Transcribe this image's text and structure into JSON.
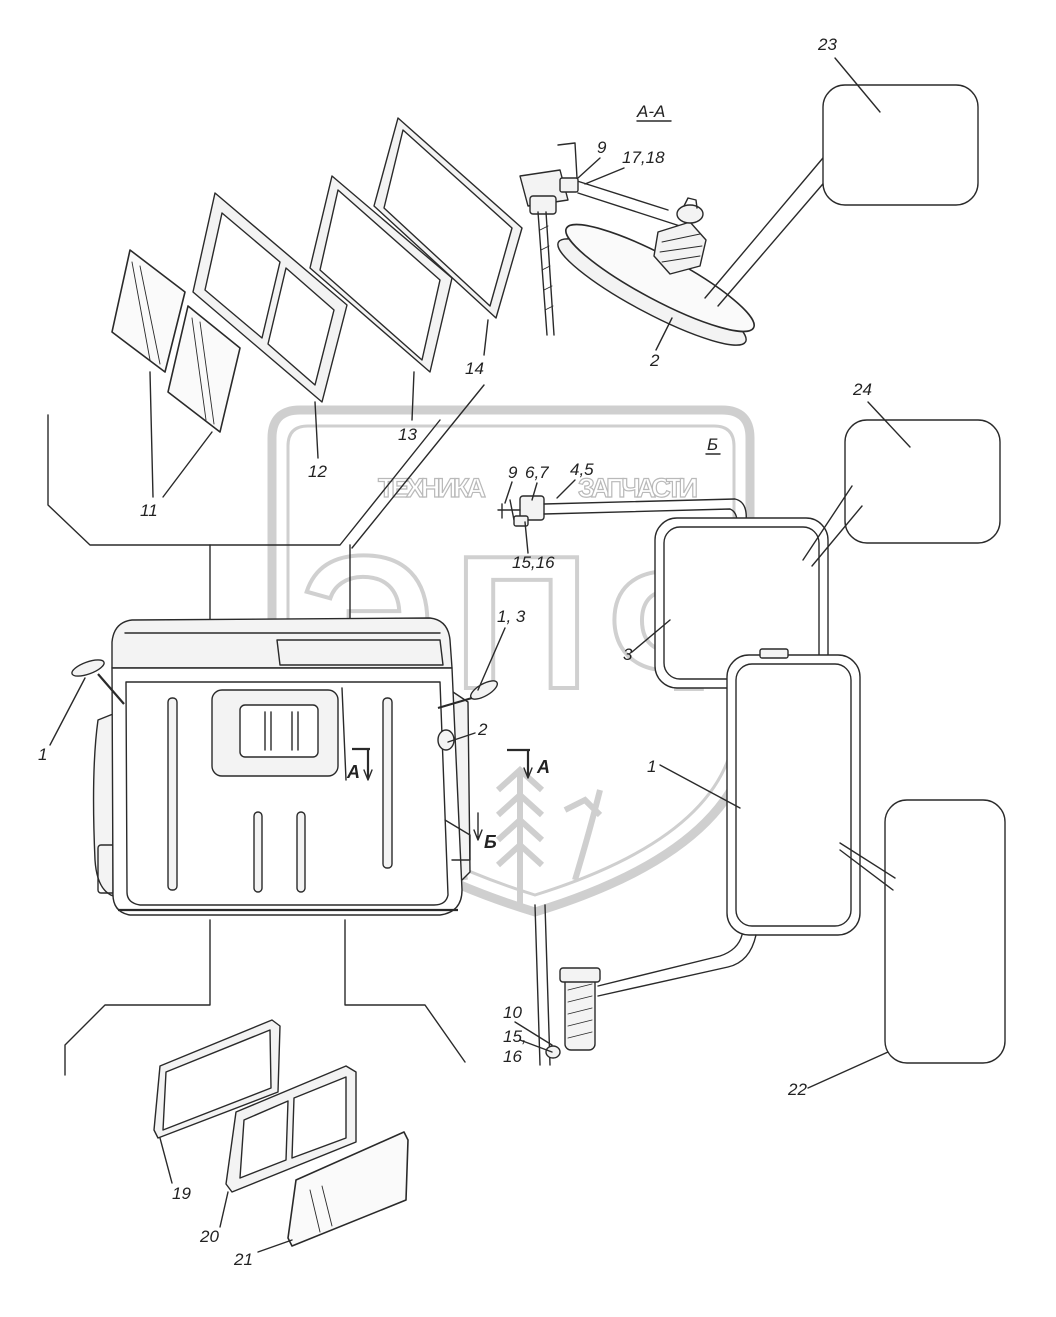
{
  "colors": {
    "ink": "#2a2a2a",
    "watermark": "#cfcfcf"
  },
  "watermark": {
    "left": "ТЕХНИКА",
    "right": "ЗАПЧАСТИ",
    "logo": "ЭПФ"
  },
  "callouts": {
    "n23": "23",
    "section_aa": "А-А",
    "aa_n9": "9",
    "aa_n17_18": "17,18",
    "aa_n2": "2",
    "n24": "24",
    "view_b": "Б",
    "b_n9": "9",
    "b_n6_7": "6,7",
    "b_n4_5": "4,5",
    "b_n15_16": "15,16",
    "n14": "14",
    "n13": "13",
    "n12": "12",
    "n11": "11",
    "cab_n1_3": "1, 3",
    "b_n3": "3",
    "cab_n1": "1",
    "cab_n2": "2",
    "mark_a_left": "А",
    "mark_a_right": "А",
    "mark_b": "Б",
    "b_n1": "1",
    "b_n10": "10",
    "b_n15": "15,",
    "b_n16": "16",
    "n22": "22",
    "n19": "19",
    "n20": "20",
    "n21": "21"
  }
}
